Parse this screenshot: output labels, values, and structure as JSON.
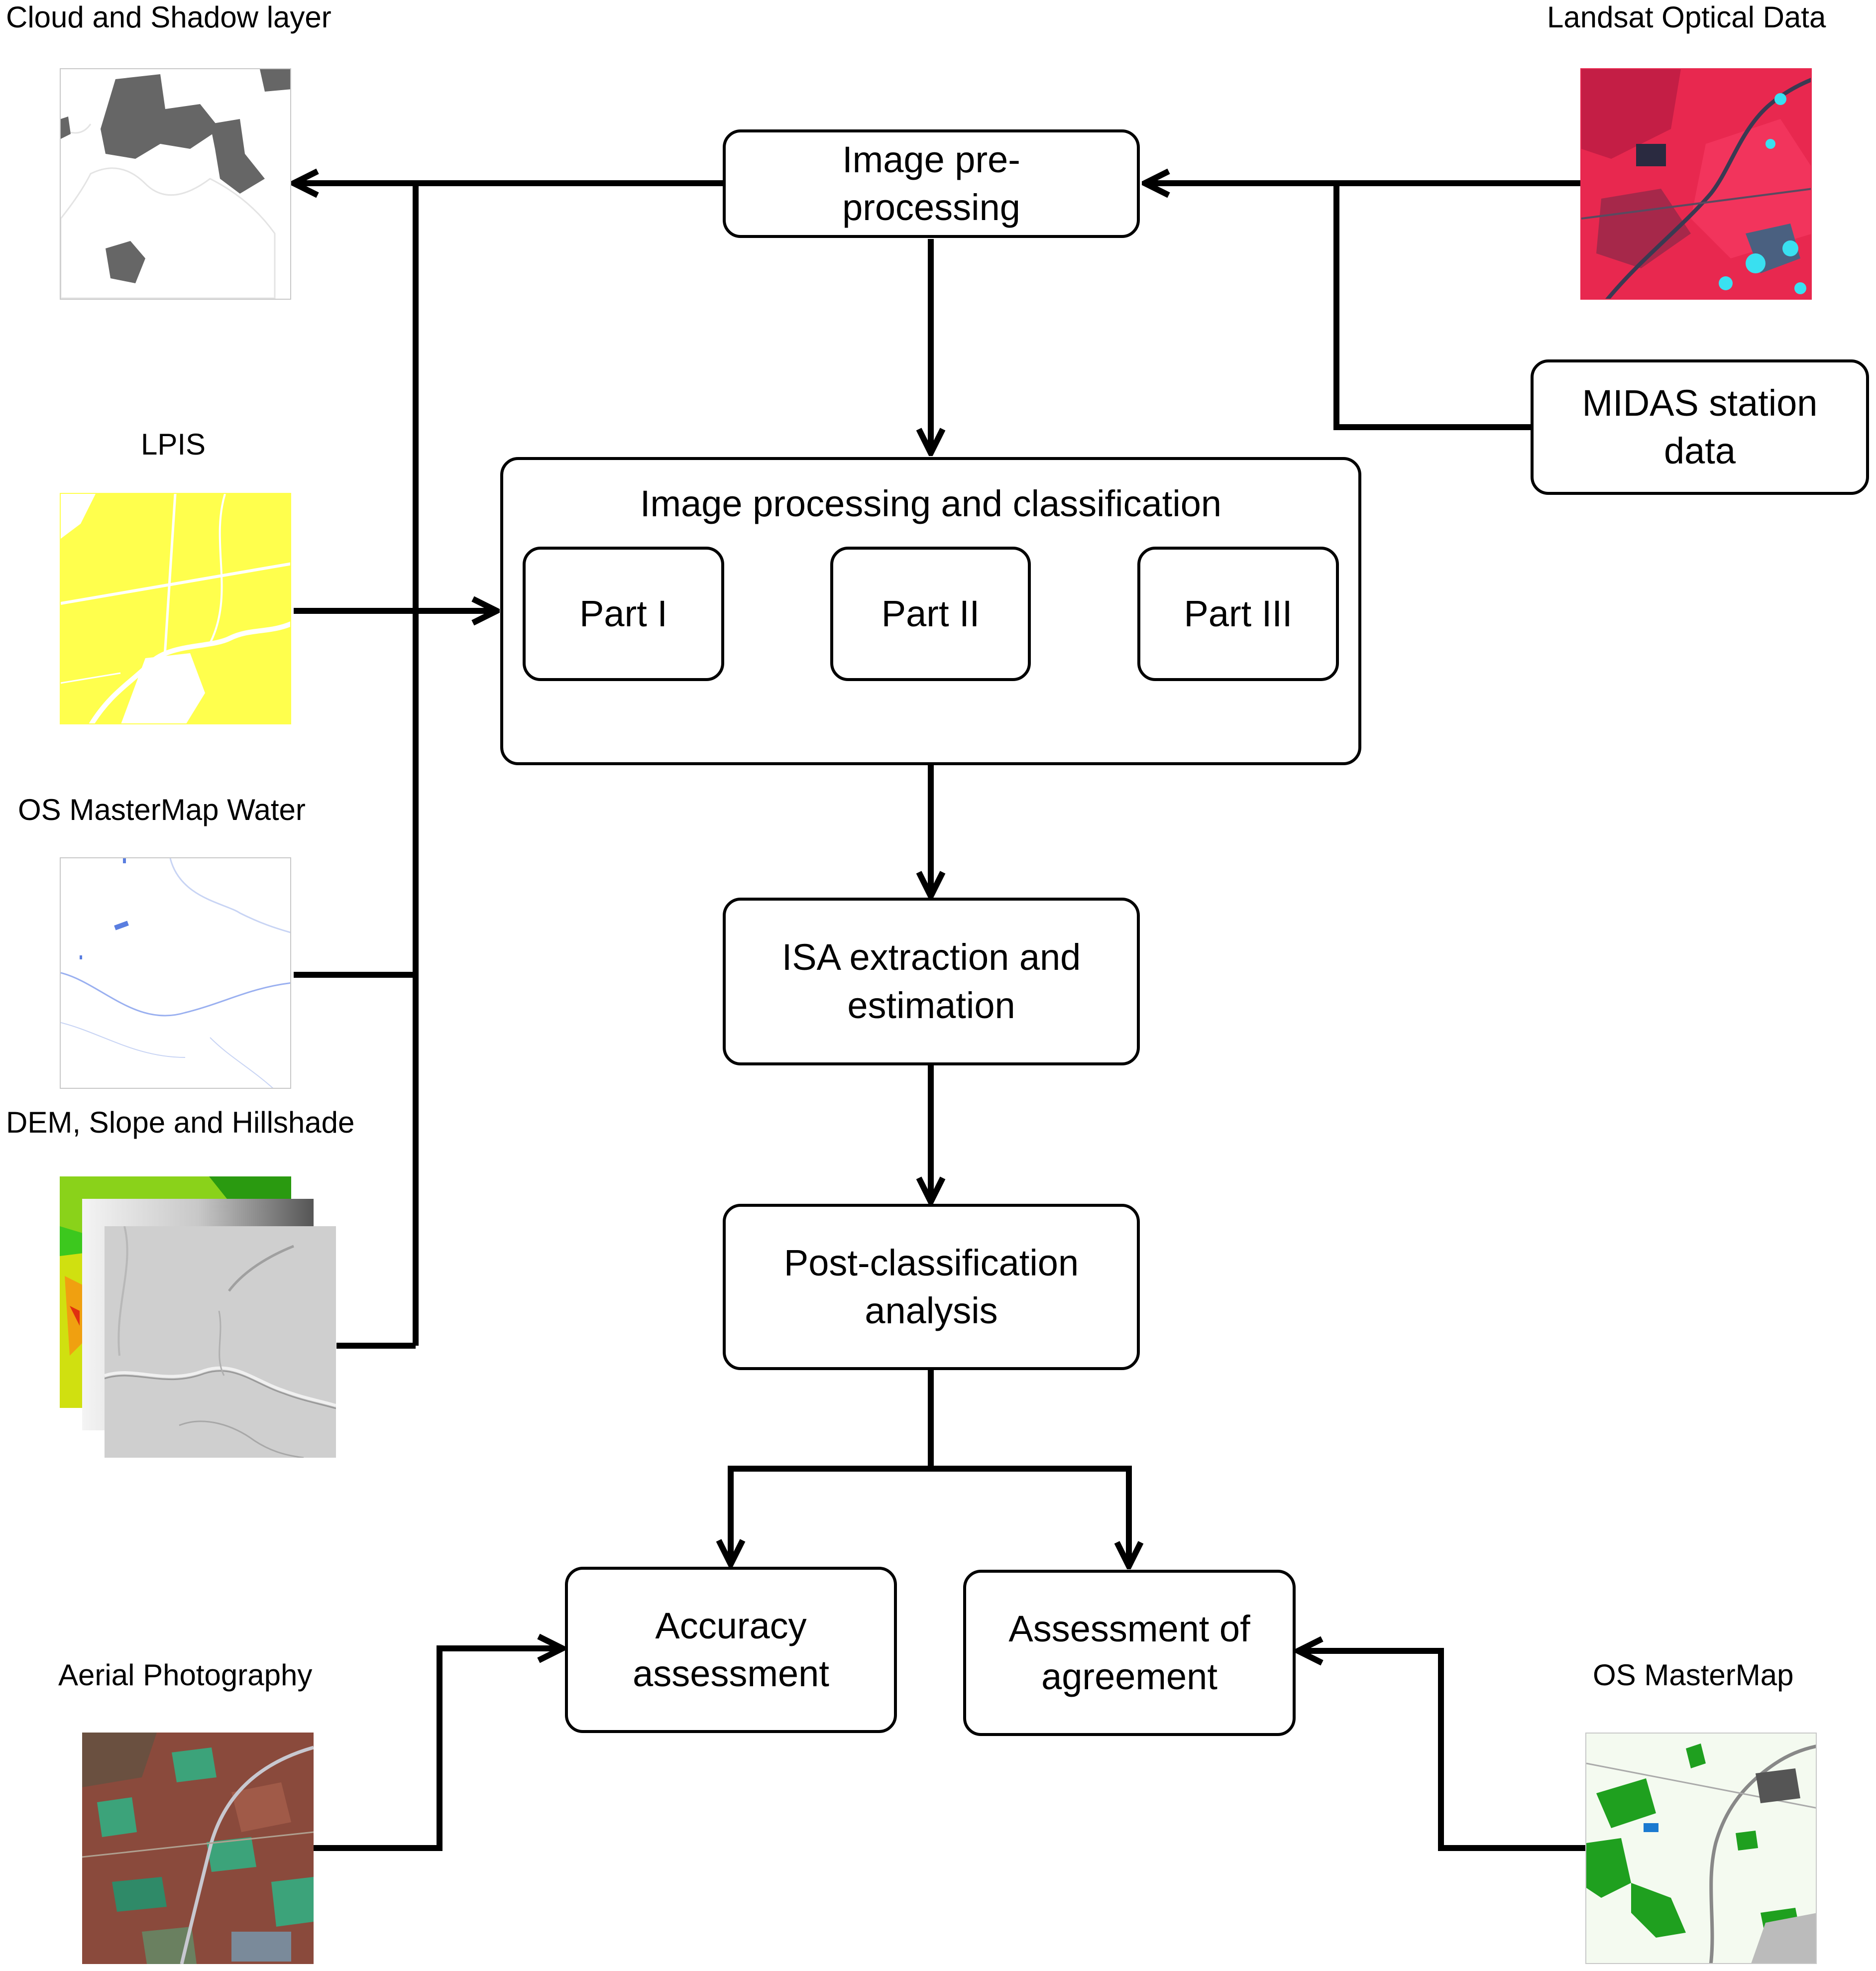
{
  "boxes": {
    "preprocessing": "Image pre-processing",
    "processing_group": "Image processing and classification",
    "part1": "Part I",
    "part2": "Part II",
    "part3": "Part III",
    "midas": "MIDAS station data",
    "isa": "ISA extraction and estimation",
    "postclass": "Post-classification analysis",
    "accuracy": "Accuracy assessment",
    "agreement": "Assessment of agreement"
  },
  "data_labels": {
    "cloud": "Cloud and Shadow layer",
    "landsat": "Landsat Optical Data",
    "lpis": "LPIS",
    "water": "OS MasterMap Water",
    "dem": "DEM, Slope and Hillshade",
    "aerial": "Aerial Photography",
    "osmm": "OS MasterMap"
  },
  "colors": {
    "landsat_red": "#e8284f",
    "lpis_yellow": "#ffff4d",
    "water_blue": "#7a9ae8",
    "cloud_gray": "#666666",
    "osmm_green": "#1fa01f",
    "aerial_green": "#3ca37a",
    "aerial_red": "#8a4a3c",
    "dem_green": "#3cc81e"
  }
}
